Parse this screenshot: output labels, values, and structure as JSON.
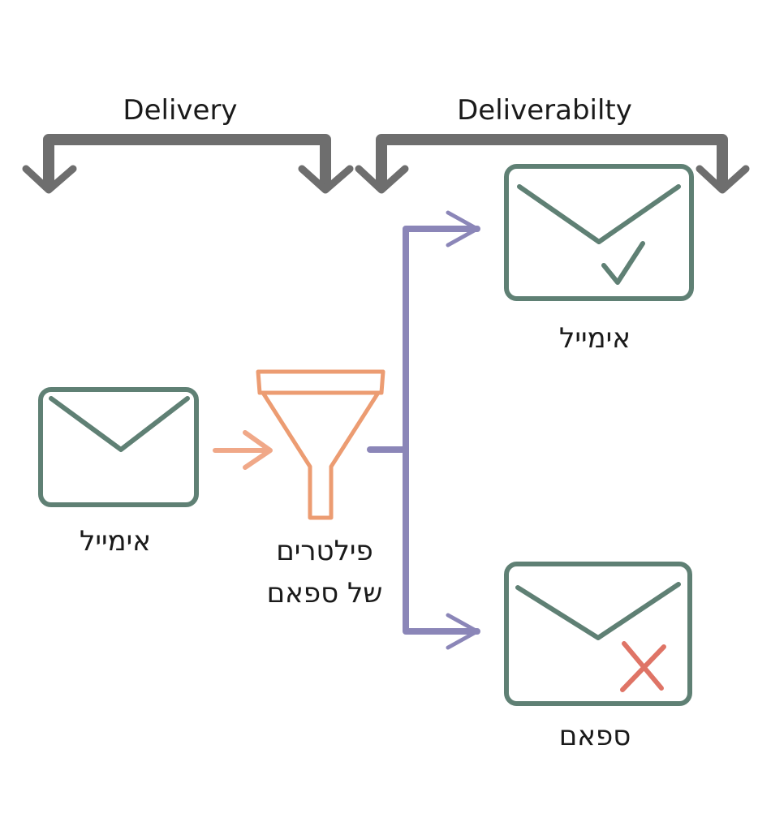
{
  "colors": {
    "bracket": "#6e6e6e",
    "envelope": "#5f8074",
    "funnel": "#ec9c72",
    "arrow_in": "#f0a888",
    "branch": "#8b86b8",
    "check": "#5f8074",
    "cross": "#df7466",
    "text": "#1a1a1a"
  },
  "phases": {
    "delivery": "Delivery",
    "deliverability": "Deliverabilty"
  },
  "nodes": {
    "input_email": {
      "label": "אימייל",
      "icon": "envelope-icon"
    },
    "spam_filter": {
      "line1": "פילטרים",
      "line2": "של ספאם",
      "icon": "funnel-icon"
    },
    "inbox_email": {
      "label": "אימייל",
      "icon": "envelope-check-icon"
    },
    "spam_email": {
      "label": "ספאם",
      "icon": "envelope-cross-icon"
    }
  }
}
